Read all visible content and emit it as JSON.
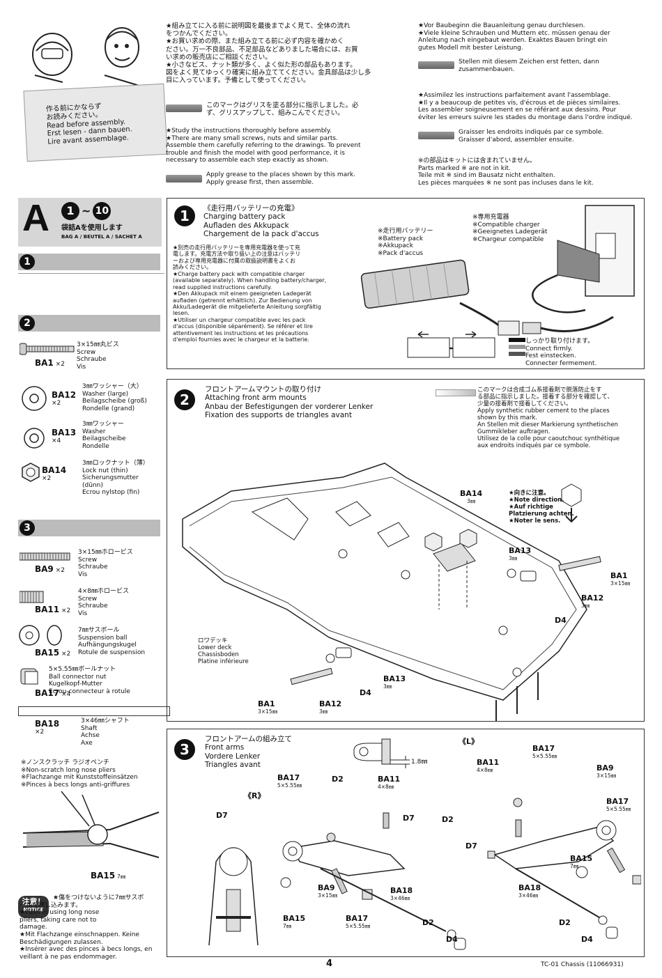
{
  "intro": {
    "card_text": "作る前にかならず\nお読みください。\nRead before assembly.\nErst lesen - dann bauen.\nLire avant assemblage.",
    "col1_text": "★組み立てに入る前に説明図を最後までよく見て、全体の流れ\nをつかんでください。\n★お買い求めの際、また組み立てる前に必ず内容を確かめく\nださい。万一不良部品、不足部品などありました場合には、お買\nい求めの販売店にご相談ください。\n★小さなビス、ナット類が多く、よく似た形の部品もあります。\n図をよく見てゆっくり確実に組み立ててください。金具部品は少し多\n目に入っています。予備として使ってください。",
    "grease_jp": "このマークはグリスを塗る部分に指示しました。必\nず、グリスアップして、組みこんでください。",
    "col1_en": "★Study the instructions thoroughly before assembly.\n★There are many small screws, nuts and similar parts.\nAssemble them carefully referring to the drawings. To prevent\ntrouble and finish the model with good performance, it is\nnecessary to assemble each step exactly as shown.",
    "grease_en": "Apply grease to the places shown by this mark.\nApply grease first, then assemble.",
    "col2_de": "★Vor Baubeginn die Bauanleitung genau durchlesen.\n★Viele kleine Schrauben und Muttern etc. müssen genau der\nAnleitung nach eingebaut werden. Exaktes Bauen bringt ein\ngutes Modell mit bester Leistung.",
    "grease_de": "Stellen mit diesem Zeichen erst fetten, dann\nzusammenbauen.",
    "col2_fr": "★Assimilez les instructions parfaitement avant l'assemblage.\n★Il y a beaucoup de petites vis, d'écrous et de pièces similaires.\nLes assembler soigneusement en se référant aux dessins. Pour\néviter les erreurs suivre les stades du montage dans l'ordre indiqué.",
    "grease_fr": "Graisser les endroits indiqués par ce symbole.\nGraisser d'abord, assembler ensuite.",
    "not_in_kit": "※の部品はキットには含まれていません。\nParts marked ※ are not in kit.\nTeile mit ※ sind im Bausatz nicht enthalten.\nLes pièces marquées ※ ne sont pas incluses dans le kit."
  },
  "bag": {
    "letter": "A",
    "range_from": "1",
    "range_sep": "~",
    "range_to": "10",
    "jp": "袋詰Aを使用します",
    "multi": "BAG A / BEUTEL A / SACHET A"
  },
  "parts_bands": [
    "1",
    "2",
    "3"
  ],
  "parts": [
    {
      "code": "BA1",
      "qty": "×2",
      "desc": "3×15㎜丸ビス\nScrew\nSchraube\nVis"
    },
    {
      "code": "BA12",
      "qty": "×2",
      "desc": "3㎜ワッシャー（大）\nWasher (large)\nBeilagscheibe (groß)\nRondelle (grand)"
    },
    {
      "code": "BA13",
      "qty": "×4",
      "desc": "3㎜ワッシャー\nWasher\nBeilagscheibe\nRondelle"
    },
    {
      "code": "BA14",
      "qty": "×2",
      "desc": "3㎜ロックナット（薄）\nLock nut (thin)\nSicherungsmutter\n(dünn)\nEcrou nylstop (fin)"
    },
    {
      "code": "BA9",
      "qty": "×2",
      "desc": "3×15㎜ホロービス\nScrew\nSchraube\nVis"
    },
    {
      "code": "BA11",
      "qty": "×2",
      "desc": "4×8㎜ホロービス\nScrew\nSchraube\nVis"
    },
    {
      "code": "BA15",
      "qty": "×2",
      "desc": "7㎜サスボール\nSuspension ball\nAufhängungskugel\nRotule de suspension"
    },
    {
      "code": "BA17",
      "qty": "×4",
      "desc": "5×5.55㎜ボールナット\nBall connector nut\nKugelkopf-Mutter\nEcrou-connecteur à rotule"
    },
    {
      "code": "BA18",
      "qty": "×2",
      "desc": "3×46㎜シャフト\nShaft\nAchse\nAxe"
    }
  ],
  "pliers": {
    "text": "※ノンスクラッチ ラジオペンチ\n※Non-scratch long nose pliers\n※Flachzange mit Kunststoffeinsätzen\n※Pinces à becs longs anti-griffures",
    "label": "BA15",
    "label_sub": "7㎜"
  },
  "notice": {
    "badge_jp": "注意！",
    "badge_en": "NOTICE",
    "text": "★傷をつけないように7㎜サスボ\nールを押し込みます。\n★Push in using long nose\npliers, taking care not to\ndamage.\n★Mit Flachzange einschnappen. Keine\nBeschädigungen zulassen.\n★Insérer avec des pinces à becs longs, en\nveillant à ne pas endommager."
  },
  "step1": {
    "num": "1",
    "title": "《走行用バッテリーの充電》\nCharging battery pack\nAufladen des Akkupack\nChargement de la pack d'accus",
    "body": "★別売の走行用バッテリーを専用充電器を使って充\n電します。充電方法や取り扱い上の注意はバッテリ\nーおよび専用充電器に付属の取扱説明書をよくお\n読みください。\n★Charge battery pack with compatible charger\n(available separately). When handling battery/charger,\nread supplied instructions carefully.\n★Den Akkupack mit einem geeigneten Ladegerät\naufladen (getrennt erhältlich). Zur Bedienung von\nAkku/Ladegerät die mitgelieferte Anleitung sorgfältig\nlesen.\n★Utiliser un chargeur compatible avec les pack\nd'accus (disponible séparément). Se référer et lire\nattentivement les instructions et les précautions\nd'emploi fournies avec le chargeur et la batterie.",
    "battery": "※走行用バッテリー\n※Battery pack\n※Akkupack\n※Pack d'accus",
    "charger": "※専用充電器\n※Compatible charger\n※Geeignetes Ladegerät\n※Chargeur compatible",
    "connect": "しっかり取り付けます。\nConnect firmly.\nFest einstecken.\nConnecter fermement."
  },
  "step2": {
    "num": "2",
    "title": "フロントアームマウントの取り付け\nAttaching front arm mounts\nAnbau der Befestigungen der vorderer Lenker\nFixation des supports de triangles avant",
    "cement": "このマークは合成ゴム系接着剤で脱落防止をす\nる部品に指示しました。接着する部分を確認して、\n少量の接着剤で接着してください。\nApply synthetic rubber cement to the places\nshown by this mark.\nAn Stellen mit dieser Markierung synthetischen\nGummikleber auftragen.\nUtilisez de la colle pour caoutchouc synthétique\naux endroits indiqués par ce symbole.",
    "note": "★向きに注意。\n★Note direction.\n★Auf richtige\nPlatzierung achten.\n★Noter le sens.",
    "lower_deck": "ロワデッキ\nLower deck\nChassisboden\nPlatine inférieure",
    "labels": {
      "ba14": "BA14",
      "ba14_sub": "3㎜",
      "ba13a": "BA13",
      "ba13a_sub": "3㎜",
      "ba1a": "BA1",
      "ba1a_sub": "3×15㎜",
      "ba12a": "BA12",
      "ba12a_sub": "3㎜",
      "d4a": "D4",
      "ba13b": "BA13",
      "ba13b_sub": "3㎜",
      "d4b": "D4",
      "ba1b": "BA1",
      "ba1b_sub": "3×15㎜",
      "ba12b": "BA12",
      "ba12b_sub": "3㎜"
    }
  },
  "step3": {
    "num": "3",
    "title": "フロントアームの組み立て\nFront arms\nVordere Lenker\nTriangles avant",
    "dimension": "1.8㎜",
    "right_mark": "《R》",
    "left_mark": "《L》",
    "r": {
      "d7_top": "D7",
      "ba17a": "BA17",
      "ba17a_sub": "5×5.55㎜",
      "d2": "D2",
      "ba11": "BA11",
      "ba11_sub": "4×8㎜",
      "d7": "D7",
      "ba9": "BA9",
      "ba9_sub": "3×15㎜",
      "ba18": "BA18",
      "ba18_sub": "3×46㎜",
      "ba15": "BA15",
      "ba15_sub": "7㎜",
      "ba17b": "BA17",
      "ba17b_sub": "5×5.55㎜",
      "d2b": "D2",
      "d4": "D4"
    },
    "l": {
      "ba17a": "BA17",
      "ba17a_sub": "5×5.55㎜",
      "ba11": "BA11",
      "ba11_sub": "4×8㎜",
      "ba9": "BA9",
      "ba9_sub": "3×15㎜",
      "ba17b": "BA17",
      "ba17b_sub": "5×5.55㎜",
      "d2": "D2",
      "d7": "D7",
      "ba15": "BA15",
      "ba15_sub": "7㎜",
      "ba18": "BA18",
      "ba18_sub": "3×46㎜",
      "d2b": "D2",
      "d4": "D4"
    }
  },
  "footer": {
    "page": "4",
    "model": "TC-01 Chassis (11066931)"
  }
}
